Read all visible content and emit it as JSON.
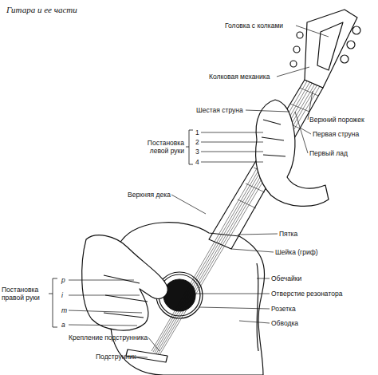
{
  "diagram": {
    "title": "Гитара и ее части",
    "labels": [
      "Головка с колками",
      "Колковая механика",
      "Шестая струна",
      "Верхний порожек",
      "Первая струна",
      "Первый лад",
      "Постановка левой руки",
      "1",
      "2",
      "3",
      "4",
      "Верхняя дека",
      "Пятка",
      "Шейка (гриф)",
      "Обечайки",
      "Отверстие резонатора",
      "Розетка",
      "Обводка",
      "Постановка правой руки",
      "p",
      "i",
      "m",
      "a",
      "Крепление подструнника",
      "Подструнник"
    ]
  }
}
